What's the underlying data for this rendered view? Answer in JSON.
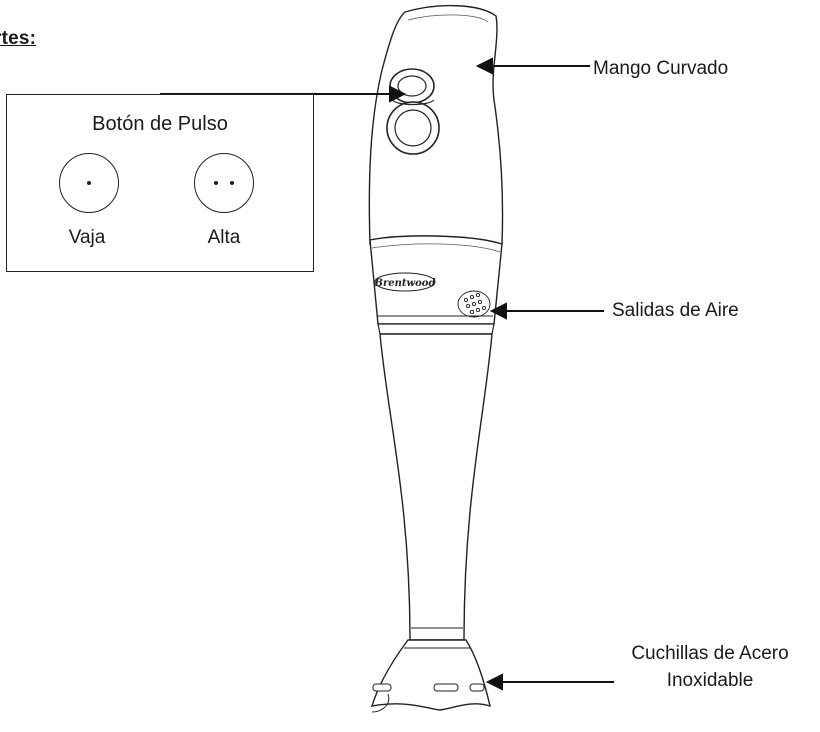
{
  "heading": "rtes:",
  "pulse_box": {
    "title": "Botón de Pulso",
    "low_label": "Vaja",
    "high_label": "Alta"
  },
  "brand": "Brentwood",
  "labels": {
    "handle": "Mango Curvado",
    "vents": "Salidas de Aire",
    "blades_line1": "Cuchillas de Acero",
    "blades_line2": "Inoxidable"
  }
}
